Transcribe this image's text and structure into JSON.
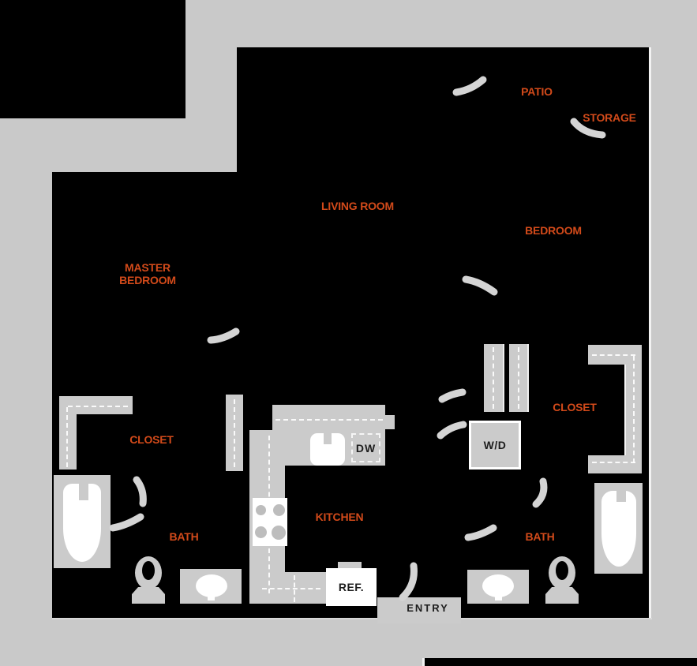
{
  "labels": {
    "patio": "PATIO",
    "storage": "STORAGE",
    "living_room": "LIVING ROOM",
    "bedroom": "BEDROOM",
    "master_bedroom_line1": "MASTER",
    "master_bedroom_line2": "BEDROOM",
    "closet_left": "CLOSET",
    "closet_right": "CLOSET",
    "kitchen": "KITCHEN",
    "bath_left": "BATH",
    "bath_right": "BATH",
    "dishwasher": "DW",
    "washer_dryer": "W/D",
    "refrigerator": "REF.",
    "entry": "ENTRY"
  },
  "colors": {
    "background": "#c9c9c9",
    "unit_fill": "#000000",
    "room_label": "#d24a1a",
    "fixture_gray": "#cbcbcb",
    "arc_gray": "#d4d4d4",
    "fixture_white": "#ffffff",
    "text_dark": "#1d1d1d"
  }
}
